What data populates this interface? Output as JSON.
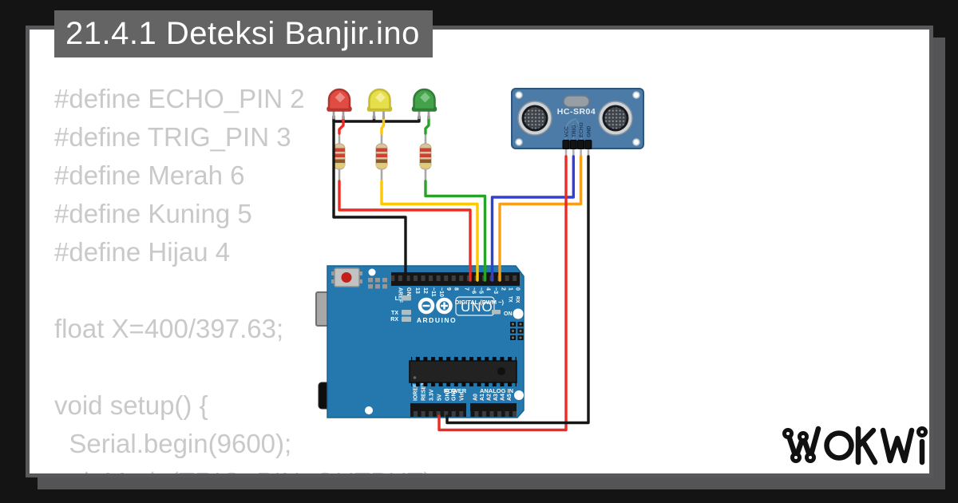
{
  "title": "21.4.1 Deteksi Banjir.ino",
  "code": {
    "lines": [
      "#define ECHO_PIN 2",
      "#define TRIG_PIN 3",
      "#define Merah 6",
      "#define Kuning 5",
      "#define Hijau 4",
      "",
      "float X=400/397.63;",
      "",
      "void setup() {",
      "  Serial.begin(9600);",
      "  pinMode(TRIG_PIN, OUTPUT);"
    ]
  },
  "brand": {
    "logo_text": "WOKWI"
  },
  "colors": {
    "bg": "#141414",
    "card_border": "#58585a",
    "shadow": "#545456",
    "title_bg": "#646464",
    "title_fg": "#ffffff",
    "code_fg": "#c9c9c9",
    "board_blue": "#2478ad",
    "sensor_blue": "#4d7ba7",
    "wire_red": "#ec2b24",
    "wire_black": "#161616",
    "wire_yellow": "#ffc700",
    "wire_green": "#2aa22a",
    "wire_blue": "#3241d4",
    "wire_orange": "#f79e1b",
    "logo_fg": "#111111"
  },
  "arduino": {
    "brand": "ARDUINO",
    "model": "UNO",
    "digital_label": "DIGITAL (PWM ~)",
    "power_label": "POWER",
    "analog_label": "ANALOG IN",
    "on_label": "ON",
    "led_labels": {
      "l": "L",
      "tx": "TX",
      "rx": "RX"
    },
    "serial_labels": {
      "tx": "TX",
      "rx": "RX"
    },
    "top_left_pins": [
      "AREF",
      "GND",
      "13",
      "12",
      "~11",
      "~10",
      "9",
      "8"
    ],
    "top_right_pins": [
      "7",
      "~6",
      "~5",
      "4",
      "~3",
      "2",
      "1",
      "0"
    ],
    "power_pins": [
      "IOREF",
      "RESET",
      "3.3V",
      "5V",
      "GND",
      "GND",
      "Vin"
    ],
    "analog_pins": [
      "A0",
      "A1",
      "A2",
      "A3",
      "A4",
      "A5"
    ]
  },
  "sensor": {
    "name": "HC-SR04",
    "pins": [
      "VCC",
      "TRIG",
      "ECHO",
      "GND"
    ]
  }
}
